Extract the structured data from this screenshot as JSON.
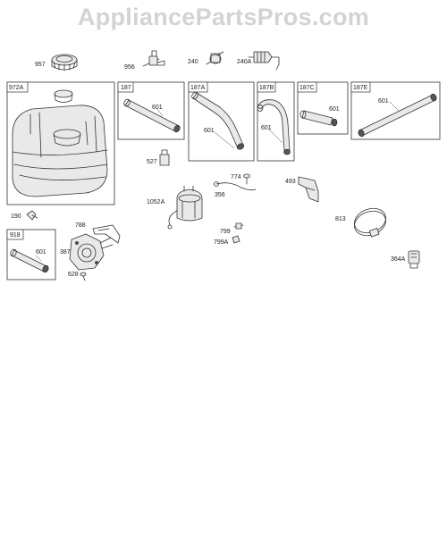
{
  "watermark": "AppliancePartsPros.com",
  "callouts": {
    "p957": "957",
    "p956": "956",
    "p240": "240",
    "p240A": "240A",
    "p972A": "972A",
    "p187": "187",
    "p601a": "601",
    "p187A": "187A",
    "p601b": "601",
    "p187B": "187B",
    "p601c": "601",
    "p187C": "187C",
    "p601d": "601",
    "p187E": "187E",
    "p601e": "601",
    "p527": "527",
    "p774": "774",
    "p356": "356",
    "p493": "493",
    "p1052A": "1052A",
    "p190": "190",
    "p788": "788",
    "p918": "918",
    "p601f": "601",
    "p387": "387",
    "p628": "628",
    "p799": "799",
    "p799A": "799A",
    "p813": "813",
    "p364A": "364A"
  }
}
